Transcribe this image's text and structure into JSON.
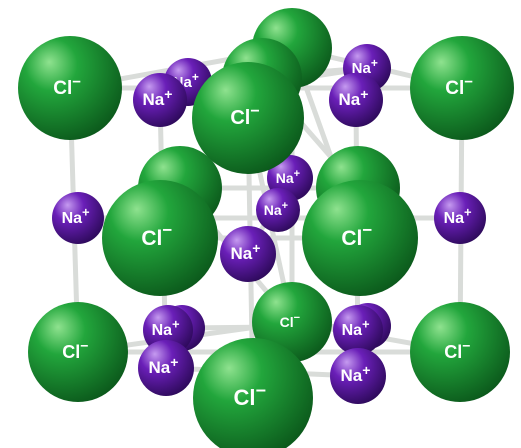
{
  "image_type": "sodium chloride crystal lattice (ball-and-stick model)",
  "colors": {
    "chloride": "#22a63c",
    "chloride_highlight": "#8fe28f",
    "chloride_shade": "#0c5a1c",
    "sodium": "#6a1fb8",
    "sodium_highlight": "#c59af0",
    "sodium_shade": "#2e0a5c",
    "bond": "#d9dcd9",
    "background": "#ffffff"
  },
  "labels": {
    "chloride": {
      "element": "Cl",
      "charge": "−"
    },
    "sodium": {
      "element": "Na",
      "charge": "+"
    }
  },
  "ions": [
    {
      "id": "cl-back-top",
      "kind": "chloride",
      "labeled": false
    },
    {
      "id": "cl-back-top-2",
      "kind": "chloride",
      "labeled": true
    },
    {
      "id": "cl-mid-back-l",
      "kind": "chloride",
      "labeled": false
    },
    {
      "id": "cl-mid-back-r",
      "kind": "chloride",
      "labeled": false
    },
    {
      "id": "cl-bot-back",
      "kind": "chloride",
      "labeled": true
    },
    {
      "id": "na-back-1",
      "kind": "sodium",
      "labeled": true
    },
    {
      "id": "na-back-2",
      "kind": "sodium",
      "labeled": true
    },
    {
      "id": "na-back-3",
      "kind": "sodium",
      "labeled": true
    },
    {
      "id": "na-back-4",
      "kind": "sodium",
      "labeled": true
    },
    {
      "id": "na-back-5",
      "kind": "sodium",
      "labeled": true
    },
    {
      "id": "na-back-6",
      "kind": "sodium",
      "labeled": true
    },
    {
      "id": "cl-top-left",
      "kind": "chloride",
      "labeled": true
    },
    {
      "id": "cl-top-right",
      "kind": "chloride",
      "labeled": true
    },
    {
      "id": "na-top-left",
      "kind": "sodium",
      "labeled": true
    },
    {
      "id": "na-top-right",
      "kind": "sodium",
      "labeled": true
    },
    {
      "id": "cl-top-center",
      "kind": "chloride",
      "labeled": true
    },
    {
      "id": "na-mid-left",
      "kind": "sodium",
      "labeled": true
    },
    {
      "id": "na-mid-right",
      "kind": "sodium",
      "labeled": true
    },
    {
      "id": "cl-bot-left",
      "kind": "chloride",
      "labeled": true
    },
    {
      "id": "cl-bot-right",
      "kind": "chloride",
      "labeled": true
    },
    {
      "id": "na-bot-mid-l",
      "kind": "sodium",
      "labeled": true
    },
    {
      "id": "na-bot-mid-r",
      "kind": "sodium",
      "labeled": true
    },
    {
      "id": "cl-mid-left",
      "kind": "chloride",
      "labeled": true
    },
    {
      "id": "cl-mid-right",
      "kind": "chloride",
      "labeled": true
    },
    {
      "id": "na-center",
      "kind": "sodium",
      "labeled": true
    },
    {
      "id": "na-bot-left",
      "kind": "sodium",
      "labeled": true
    },
    {
      "id": "na-bot-right",
      "kind": "sodium",
      "labeled": true
    },
    {
      "id": "cl-bot-center",
      "kind": "chloride",
      "labeled": true
    }
  ]
}
